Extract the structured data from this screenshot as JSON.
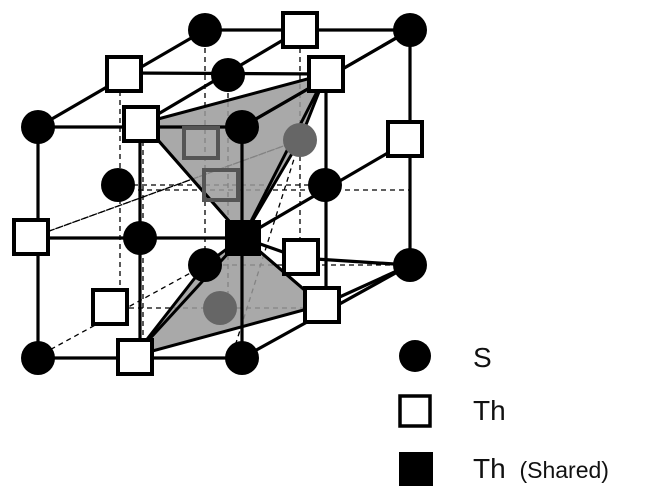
{
  "figure": {
    "legend": [
      {
        "symbol": "filled-circle",
        "label": "S",
        "label_suffix": ""
      },
      {
        "symbol": "open-square",
        "label": "Th",
        "label_suffix": ""
      },
      {
        "symbol": "filled-square",
        "label": "Th",
        "label_suffix": "(Shared)"
      }
    ]
  },
  "colors": {
    "stroke": "#000000",
    "sulfur": "#000000",
    "thorium_open_fill": "#ffffff",
    "thorium_shared_fill": "#000000",
    "polyhedron_fill": "#999999",
    "hidden_atom_fill": "#666666"
  }
}
